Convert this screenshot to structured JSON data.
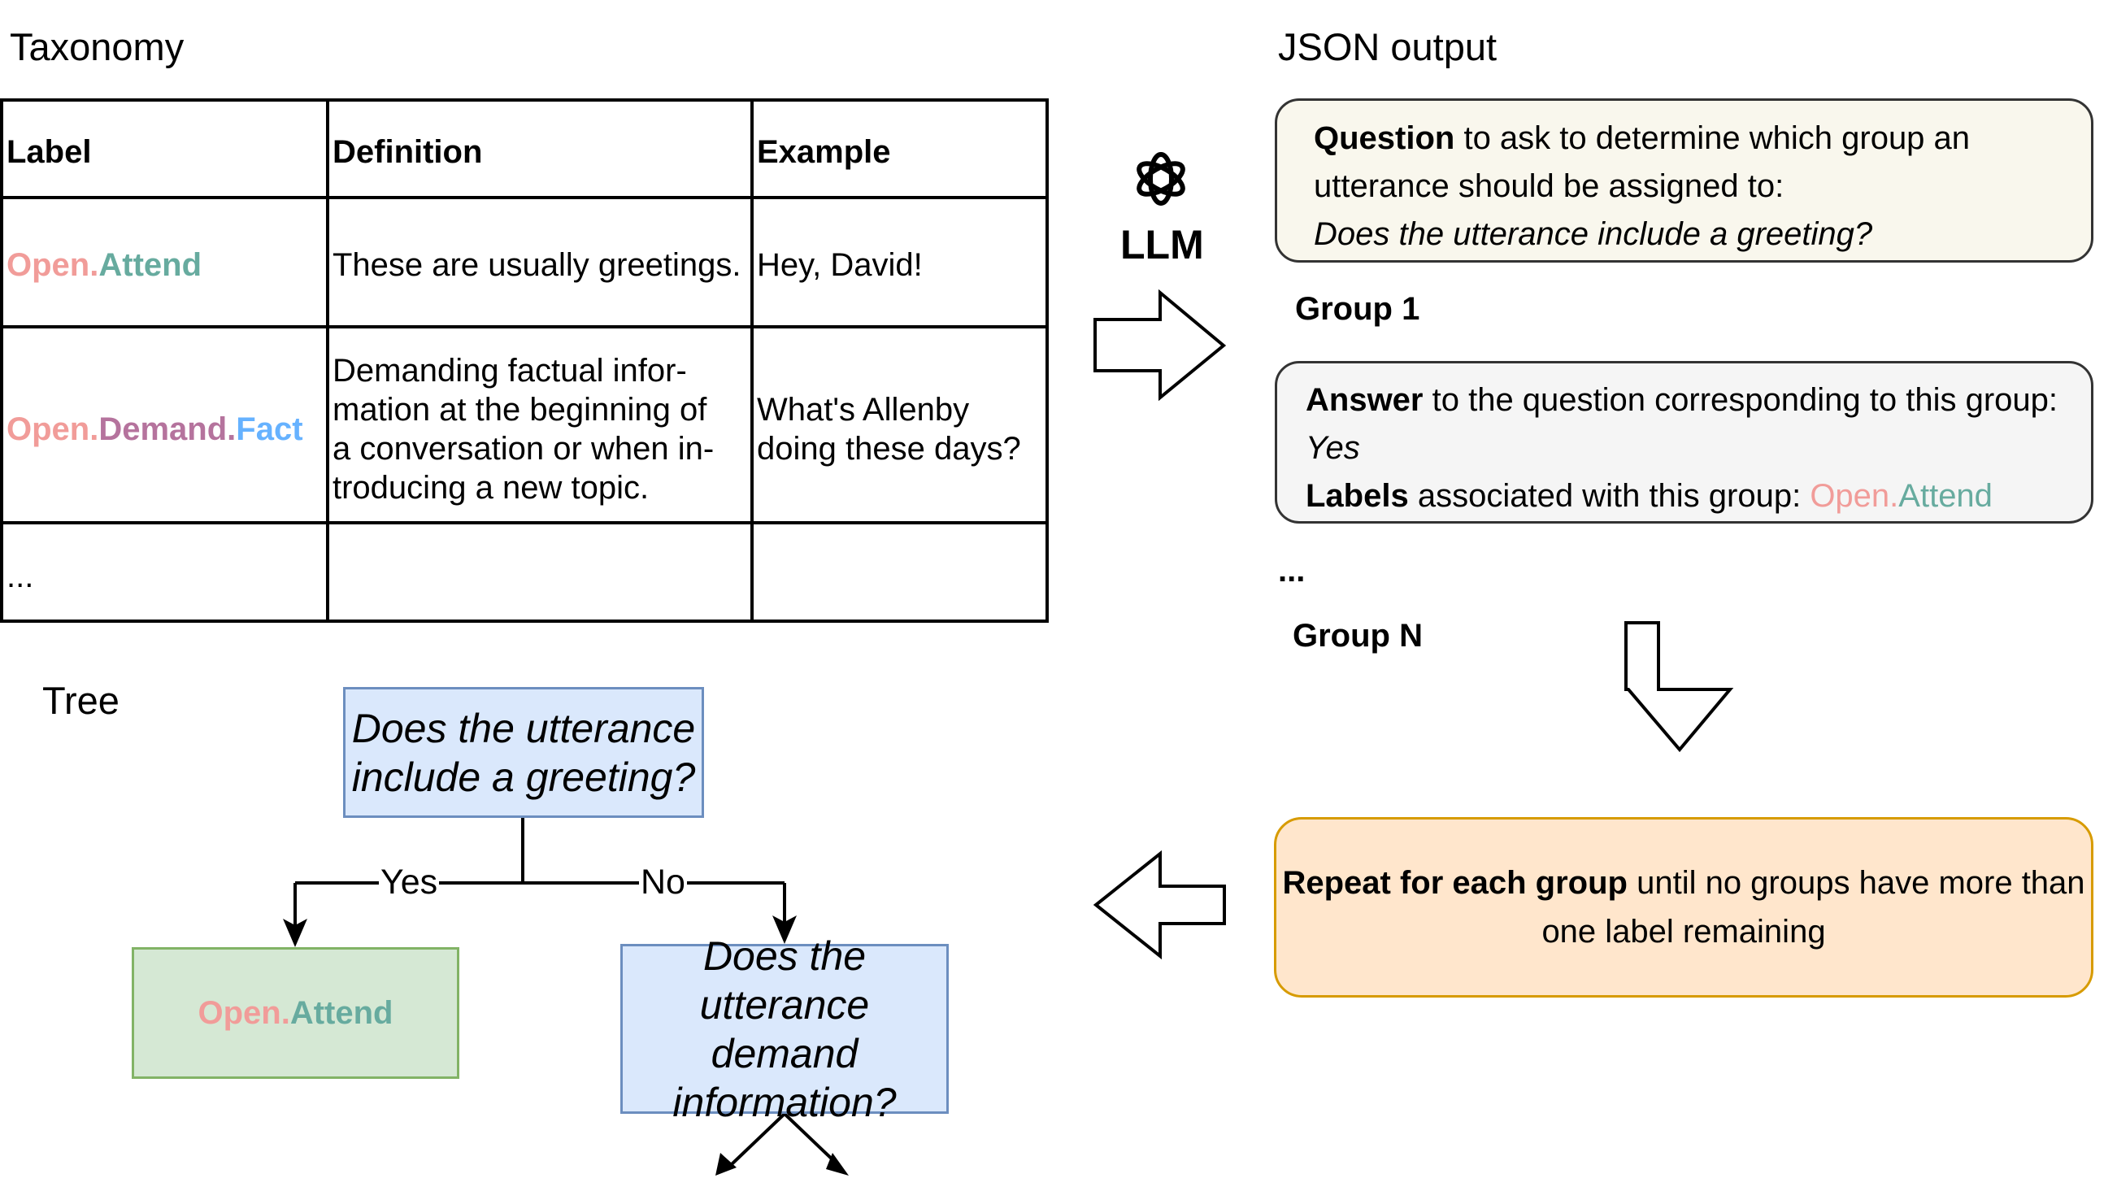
{
  "taxonomy": {
    "heading": "Taxonomy",
    "headers": {
      "label": "Label",
      "definition": "Definition",
      "example": "Example"
    },
    "rows": [
      {
        "label_parts": [
          {
            "text": "Open",
            "cls": "c-open"
          },
          {
            "text": ".",
            "cls": "c-open"
          },
          {
            "text": "Attend",
            "cls": "c-attend"
          }
        ],
        "definition": "These are usually greetings.",
        "example": "Hey, David!"
      },
      {
        "label_parts": [
          {
            "text": "Open",
            "cls": "c-open"
          },
          {
            "text": ".",
            "cls": "c-open"
          },
          {
            "text": "Demand",
            "cls": "c-demand"
          },
          {
            "text": ".",
            "cls": "c-demand"
          },
          {
            "text": "Fact",
            "cls": "c-fact"
          }
        ],
        "definition_lines": [
          "Demanding factual infor-",
          "mation at the beginning of",
          "a conversation or when in-",
          "troducing a new topic."
        ],
        "example_lines": [
          "What's Allenby",
          "doing these days?"
        ]
      },
      {
        "label": "...",
        "definition": "",
        "example": ""
      }
    ]
  },
  "llm": {
    "label": "LLM",
    "icon": "openai-logo-icon"
  },
  "json_output": {
    "heading": "JSON output",
    "question_box": {
      "bold": "Question",
      "rest_line1": " to ask to determine which group an",
      "line2": "utterance should be assigned to:",
      "italic_line": "Does the utterance include a greeting?"
    },
    "group1_label": "Group 1",
    "answer_box": {
      "answer_bold": "Answer",
      "answer_rest": " to the question corresponding to this group:",
      "answer_value": "Yes",
      "labels_bold": "Labels",
      "labels_rest": " associated with this group: ",
      "label_open": "Open.",
      "label_attend": "Attend"
    },
    "ellipsis": "...",
    "groupN_label": "Group N"
  },
  "repeat_box": {
    "bold": "Repeat for each group",
    "rest": " until no groups have more than",
    "line2": "one label remaining"
  },
  "tree": {
    "heading": "Tree",
    "root_line1": "Does the utterance",
    "root_line2": "include a greeting?",
    "yes_label": "Yes",
    "no_label": "No",
    "leaf_open": "Open.",
    "leaf_attend": "Attend",
    "child_line1": "Does the",
    "child_line2": "utterance demand",
    "child_line3": "information?"
  },
  "colors": {
    "open": "#F19C99",
    "attend": "#67AB9F",
    "demand": "#B5739D",
    "fact": "#66B2FF",
    "question_bg": "#F9F7ED",
    "answer_bg": "#F5F5F5",
    "repeat_bg": "#FFE6CC",
    "repeat_border": "#D79B00",
    "tree_q_bg": "#DAE8FC",
    "tree_q_border": "#6C8EBF",
    "leaf_bg": "#D5E8D4",
    "leaf_border": "#82B366"
  }
}
